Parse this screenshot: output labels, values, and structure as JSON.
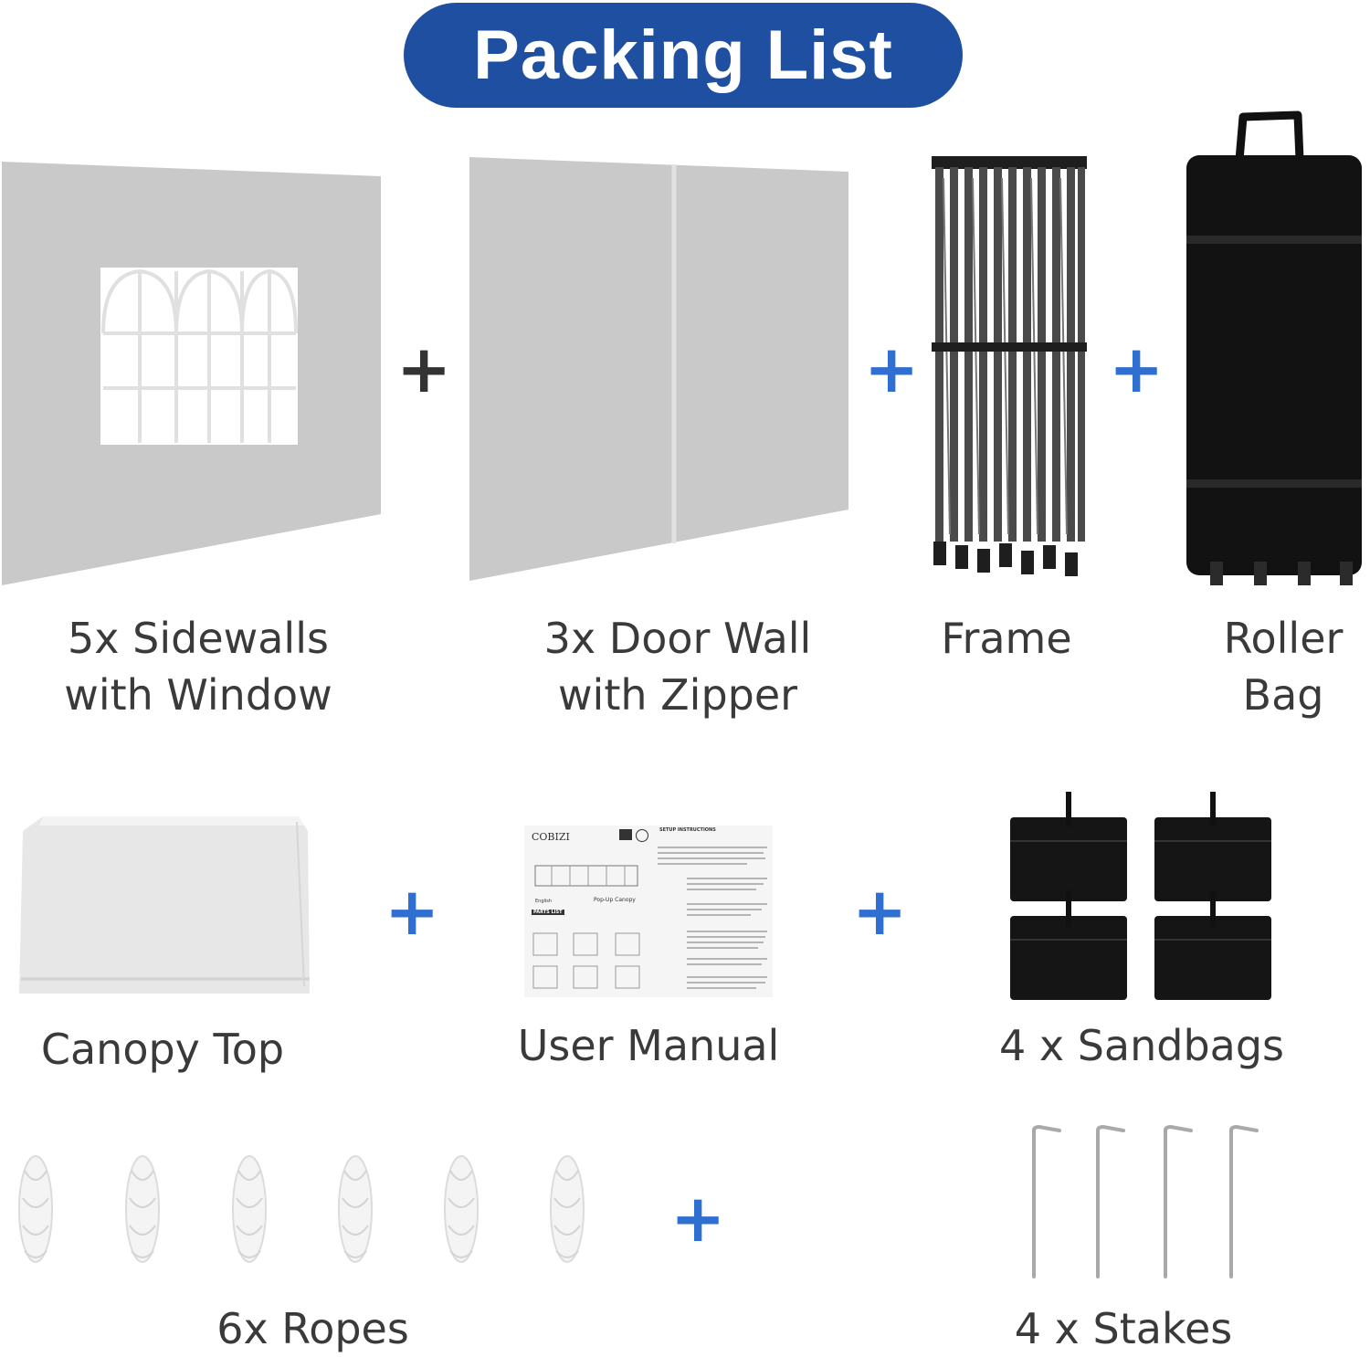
{
  "title": "Packing List",
  "plus_sign": "+",
  "colors": {
    "title_bg": "#1f4fa0",
    "plus_blue": "#2f6fd1",
    "plus_dark": "#333333",
    "label_text": "#3a3a3a"
  },
  "items": {
    "sidewalls": {
      "line1": "5x Sidewalls",
      "line2": "with Window"
    },
    "door_wall": {
      "line1": "3x Door Wall",
      "line2": "with Zipper"
    },
    "frame": {
      "line1": "Frame"
    },
    "roller_bag": {
      "line1": "Roller",
      "line2": "Bag"
    },
    "canopy_top": {
      "line1": "Canopy Top"
    },
    "user_manual": {
      "line1": "User Manual"
    },
    "sandbags": {
      "line1": "4 x Sandbags"
    },
    "ropes": {
      "line1": "6x Ropes"
    },
    "stakes": {
      "line1": "4 x Stakes"
    }
  },
  "manual": {
    "brand": "COBIZI",
    "product": "Pop-Up Canopy",
    "language": "English",
    "section": "PARTS LIST",
    "instructions": "SETUP INSTRUCTIONS"
  }
}
